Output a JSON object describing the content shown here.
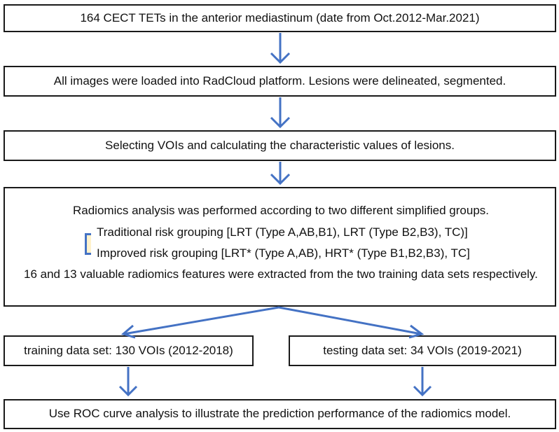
{
  "steps": {
    "step1": "164 CECT TETs in the anterior mediastinum (date from Oct.2012-Mar.2021)",
    "step2": "All images were loaded into RadCloud platform. Lesions were delineated, segmented.",
    "step3": "Selecting VOIs and calculating the characteristic values of lesions.",
    "step4": {
      "line1": "Radiomics analysis was performed according to two different simplified groups.",
      "line2": "Traditional risk grouping [LRT (Type A,AB,B1), LRT (Type B2,B3), TC)]",
      "line3": "Improved risk grouping [LRT* (Type A,AB), HRT* (Type B1,B2,B3), TC]",
      "line4": "16 and 13 valuable radiomics features were extracted from the two training data sets respectively."
    },
    "training": "training data set: 130 VOIs (2012-2018)",
    "testing": "testing data set: 34 VOIs (2019-2021)",
    "final": "Use ROC curve analysis to illustrate the prediction performance of the radiomics model."
  },
  "colors": {
    "arrow": "#4472c4",
    "border": "#1a1a1a",
    "bracket_fill": "#fff2cc"
  }
}
